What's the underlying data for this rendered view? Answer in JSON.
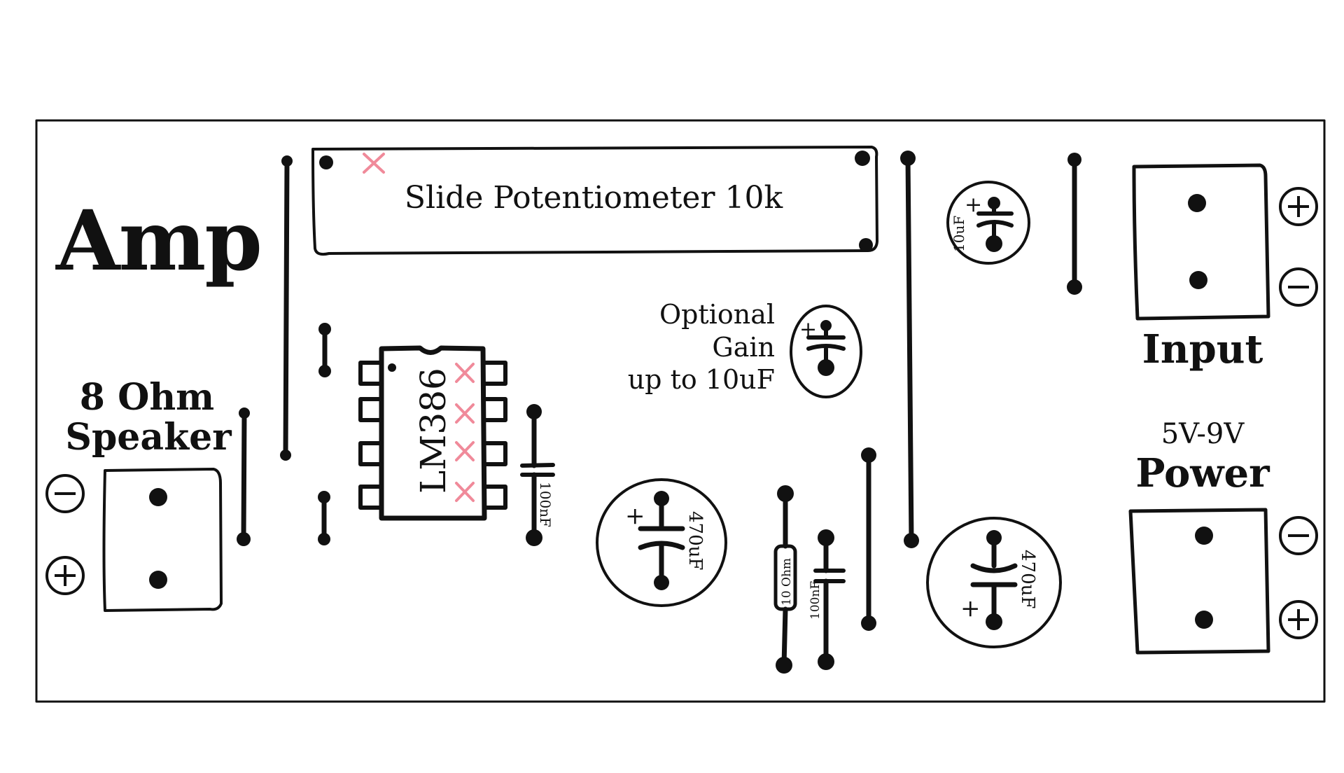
{
  "title": "Amp",
  "colors": {
    "ink": "#111111",
    "no_connect_mark": "#f08a9a",
    "background": "#ffffff"
  },
  "potentiometer": {
    "label": "Slide Potentiometer 10k"
  },
  "ic": {
    "label": "LM386"
  },
  "speaker": {
    "label_line1": "8 Ohm",
    "label_line2": "Speaker"
  },
  "input": {
    "label": "Input"
  },
  "power": {
    "voltage": "5V-9V",
    "label": "Power"
  },
  "gain": {
    "line1": "Optional",
    "line2": "Gain",
    "line3": "up to 10uF"
  },
  "components": {
    "cap_input": "10uF",
    "cap_ic": "100nF",
    "cap_out_left": "470uF",
    "cap_out_right": "470uF",
    "resistor": "10 Ohm",
    "cap_zobel": "100nF"
  },
  "symbols": {
    "plus": "+",
    "minus": "−"
  },
  "icons": [
    "plus-icon",
    "minus-icon",
    "no-connect-mark"
  ]
}
